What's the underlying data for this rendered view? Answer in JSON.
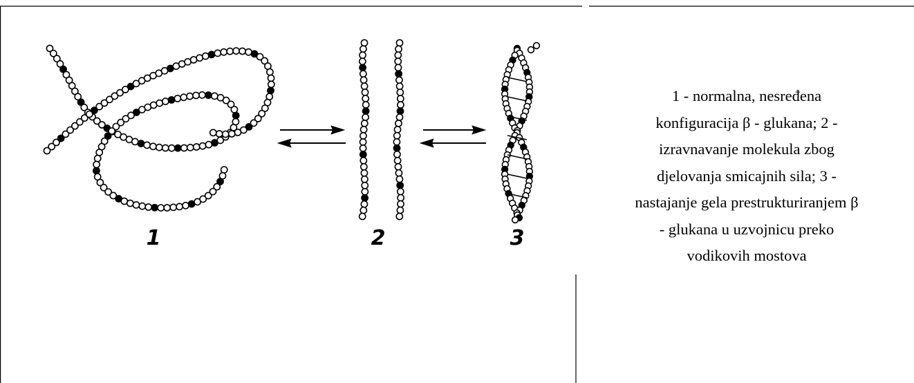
{
  "figure": {
    "labels": [
      "1",
      "2",
      "3"
    ],
    "caption_lines": [
      "1 - normalna, nesređena",
      "konfiguracija β - glukana; 2 -",
      "izravnavanje molekula zbog",
      "djelovanja smicajnih sila; 3 -",
      "nastajanje gela prestrukturiranjem β",
      "- glukana  u uzvojnicu preko",
      "vodikovih mostova"
    ]
  }
}
